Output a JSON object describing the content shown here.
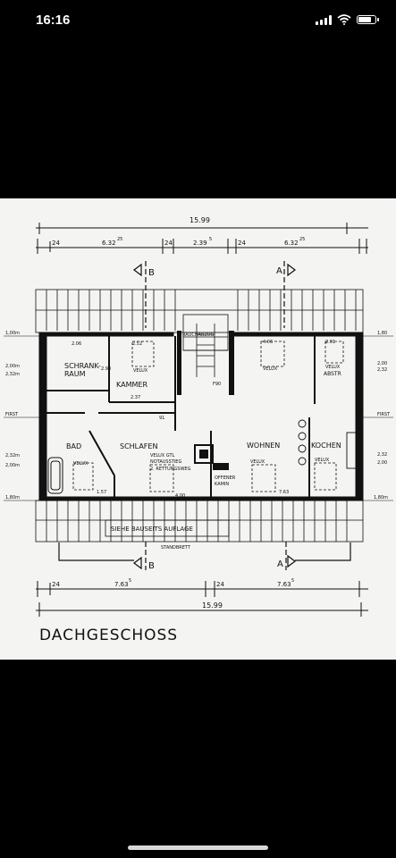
{
  "status": {
    "time": "16:16",
    "icons": [
      "signal-icon",
      "wifi-icon",
      "battery-icon"
    ]
  },
  "plan": {
    "title": "DACHGESCHOSS",
    "overall_width": "15.99",
    "top_dims": [
      "24",
      "6.32",
      "25",
      "24",
      "2.39",
      "5",
      "24",
      "6.32",
      "25"
    ],
    "bottom_dims": [
      "24",
      "7.63",
      "5",
      "24",
      "7.63",
      "5"
    ],
    "bottom_total": "15.99",
    "section_marks": [
      "B",
      "A"
    ],
    "levels_left": [
      "1,00m",
      "2,00m",
      "2,32m",
      "FIRST",
      "2,32m",
      "2,00m",
      "1,80m"
    ],
    "levels_right": [
      "1,80",
      "2,00",
      "2,32",
      "FIRST",
      "2,32",
      "2,00",
      "1,80m"
    ],
    "rooms": {
      "schrankraum": "SCHRANK-",
      "schrankraum_2": "RAUM",
      "kammer": "KAMMER",
      "bad": "BAD",
      "schlafen": "SCHLAFEN",
      "wohnen": "WOHNEN",
      "kochen": "KOCHEN",
      "abstr": "ABSTR",
      "offener_kamin": "OFFENER",
      "offener_kamin_2": "KAMIN"
    },
    "labels": {
      "velux": "VELUX",
      "velux_gtl": "VELUX GTL",
      "notausstieg": "NOTAUSSTIEG",
      "rettungsweg": "2. RETTUNGSWEG",
      "rauchabzug": "RAUCHABZUG",
      "f90": "F90",
      "standbrett": "STANDBRETT",
      "siehe_bauseits": "SIEHE BAUSEITS AUFLAGE"
    },
    "room_dims": [
      "2.06",
      "2.52",
      "2.93",
      "2.37",
      "4.06",
      "2.01",
      "91",
      "4.00",
      "1.57",
      "7.63",
      "4.00",
      "1.80"
    ]
  }
}
